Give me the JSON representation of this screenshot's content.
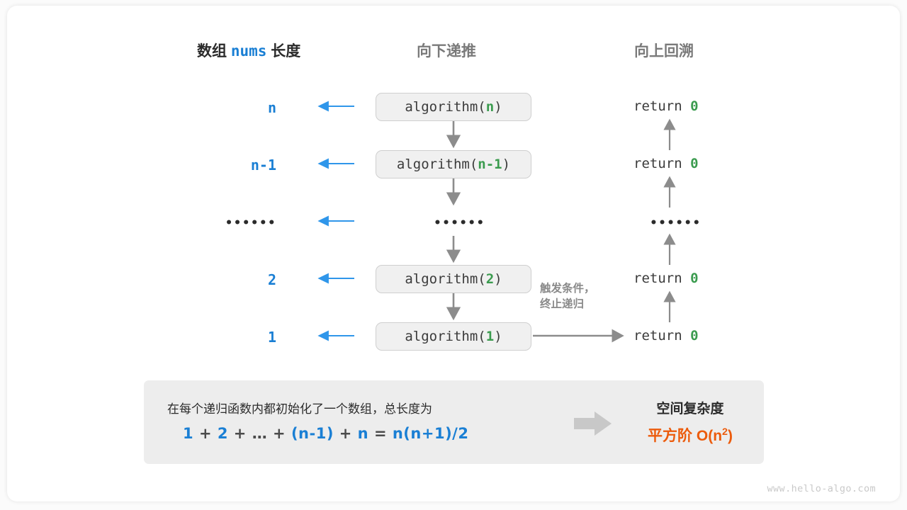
{
  "colors": {
    "blue": "#1a7fd4",
    "green": "#3a9b4e",
    "gray_text": "#7a7a7a",
    "dark_text": "#2b2b2b",
    "orange": "#ec5b0c",
    "box_fill": "#f0f0f0",
    "box_border": "#cfcfcf",
    "panel_fill": "#ededed",
    "arrow_gray": "#8c8c8c",
    "arrow_blue": "#2f96ea"
  },
  "headers": {
    "left_prefix": "数组",
    "left_code": "nums",
    "left_suffix": "长度",
    "middle": "向下递推",
    "right": "向上回溯"
  },
  "rows": [
    {
      "length": "n",
      "call_prefix": "algorithm(",
      "call_arg": "n",
      "call_suffix": ")",
      "return_text": "return",
      "return_value": "0"
    },
    {
      "length": "n-1",
      "call_prefix": "algorithm(",
      "call_arg": "n-1",
      "call_suffix": ")",
      "return_text": "return",
      "return_value": "0"
    },
    {
      "length": "••••••",
      "call_prefix": "",
      "call_arg": "••••••",
      "call_suffix": "",
      "return_text": "",
      "return_value": "••••••"
    },
    {
      "length": "2",
      "call_prefix": "algorithm(",
      "call_arg": "2",
      "call_suffix": ")",
      "return_text": "return",
      "return_value": "0"
    },
    {
      "length": "1",
      "call_prefix": "algorithm(",
      "call_arg": "1",
      "call_suffix": ")",
      "return_text": "return",
      "return_value": "0"
    }
  ],
  "annotation": {
    "line1": "触发条件，",
    "line2": "终止递归"
  },
  "summary": {
    "description": "在每个递归函数内都初始化了一个数组，总长度为",
    "formula_parts": [
      {
        "text": "1",
        "kind": "val"
      },
      {
        "text": "+",
        "kind": "op"
      },
      {
        "text": "2",
        "kind": "val"
      },
      {
        "text": "+",
        "kind": "op"
      },
      {
        "text": "…",
        "kind": "op"
      },
      {
        "text": "+",
        "kind": "op"
      },
      {
        "text": "(n-1)",
        "kind": "val"
      },
      {
        "text": "+",
        "kind": "op"
      },
      {
        "text": "n",
        "kind": "val"
      },
      {
        "text": "=",
        "kind": "op"
      },
      {
        "text": "n(n+1)/2",
        "kind": "val"
      }
    ],
    "formula_text": "1 + 2 + … + (n-1) + n = n(n+1)/2",
    "result_title": "空间复杂度",
    "result_label": "平方阶",
    "result_notation_base": "O(n",
    "result_notation_exp": "2",
    "result_notation_close": ")"
  },
  "watermark": "www.hello-algo.com"
}
